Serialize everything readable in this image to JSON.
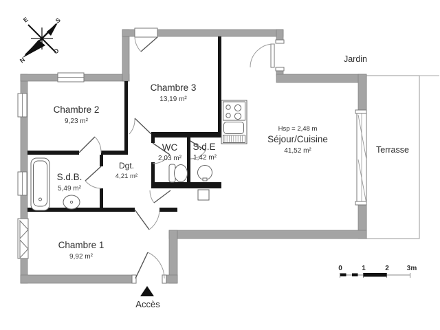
{
  "plan_type": "floor-plan",
  "rooms": {
    "chambre1": {
      "name": "Chambre 1",
      "area": "9,92 m²"
    },
    "chambre2": {
      "name": "Chambre 2",
      "area": "9,23 m²"
    },
    "chambre3": {
      "name": "Chambre 3",
      "area": "13,19 m²"
    },
    "wc": {
      "name": "WC",
      "area": "2,03 m²"
    },
    "sde": {
      "name": "S.d.E",
      "area": "1,42 m²"
    },
    "sdb": {
      "name": "S.d.B.",
      "area": "5,49 m²"
    },
    "dgt": {
      "name": "Dgt.",
      "area": "4,21 m²"
    },
    "sejour": {
      "name": "Séjour/Cuisine",
      "area": "41,52 m²",
      "ceiling_height": "Hsp = 2,48 m"
    }
  },
  "exterior": {
    "jardin": "Jardin",
    "terrasse": "Terrasse",
    "access": "Accès"
  },
  "compass": {
    "north": "N",
    "south": "S",
    "east": "E",
    "west": "O"
  },
  "scale_bar": {
    "labels": [
      "0",
      "1",
      "2",
      "3m"
    ]
  },
  "colors": {
    "exterior_wall": "#a4a4a4",
    "interior_wall": "#161616",
    "background": "#ffffff",
    "text": "#2e2e2e"
  }
}
